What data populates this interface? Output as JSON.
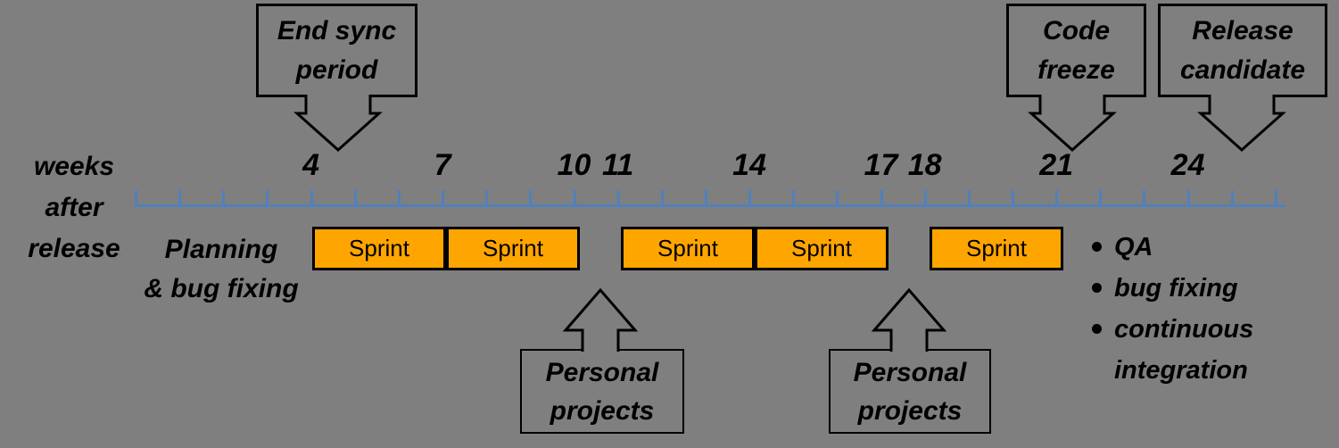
{
  "colors": {
    "background": "#7F7F7F",
    "axis_blue": "#4F81BD",
    "sprint_orange": "#FFA500",
    "outline_black": "#000000"
  },
  "axis_caption_lines": [
    "weeks",
    "after",
    "release"
  ],
  "timeline": {
    "weeks_labeled": [
      "4",
      "7",
      "10",
      "11",
      "14",
      "17",
      "18",
      "21",
      "24"
    ],
    "total_week_ticks": 27
  },
  "top_callouts": [
    {
      "line1": "End sync",
      "line2": "period"
    },
    {
      "line1": "Code",
      "line2": "freeze"
    },
    {
      "line1": "Release",
      "line2": "candidate"
    }
  ],
  "phase_label_lines": [
    "Planning",
    "& bug fixing"
  ],
  "sprints": [
    {
      "label": "Sprint"
    },
    {
      "label": "Sprint"
    },
    {
      "label": "Sprint"
    },
    {
      "label": "Sprint"
    },
    {
      "label": "Sprint"
    }
  ],
  "personal_callouts": [
    {
      "line1": "Personal",
      "line2": "projects"
    },
    {
      "line1": "Personal",
      "line2": "projects"
    }
  ],
  "qa_bullets": [
    "QA",
    "bug fixing",
    "continuous integration"
  ]
}
